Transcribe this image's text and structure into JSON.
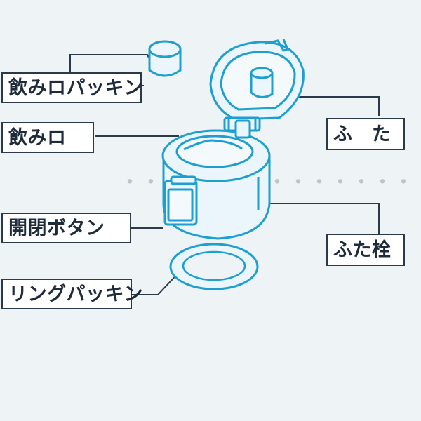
{
  "labels": {
    "drink_gasket": "飲みロパッキン",
    "drink_mouth": "飲みロ",
    "lid": "ふ　た",
    "open_button": "開閉ボタン",
    "lid_plug": "ふた栓",
    "ring_gasket": "リングパッキン"
  },
  "colors": {
    "background": "#eef3f6",
    "part_fill": "#eaf6fb",
    "part_stroke": "#1e9fd0",
    "leader_line": "#2b3a4a",
    "label_border": "#2b3a4a"
  }
}
